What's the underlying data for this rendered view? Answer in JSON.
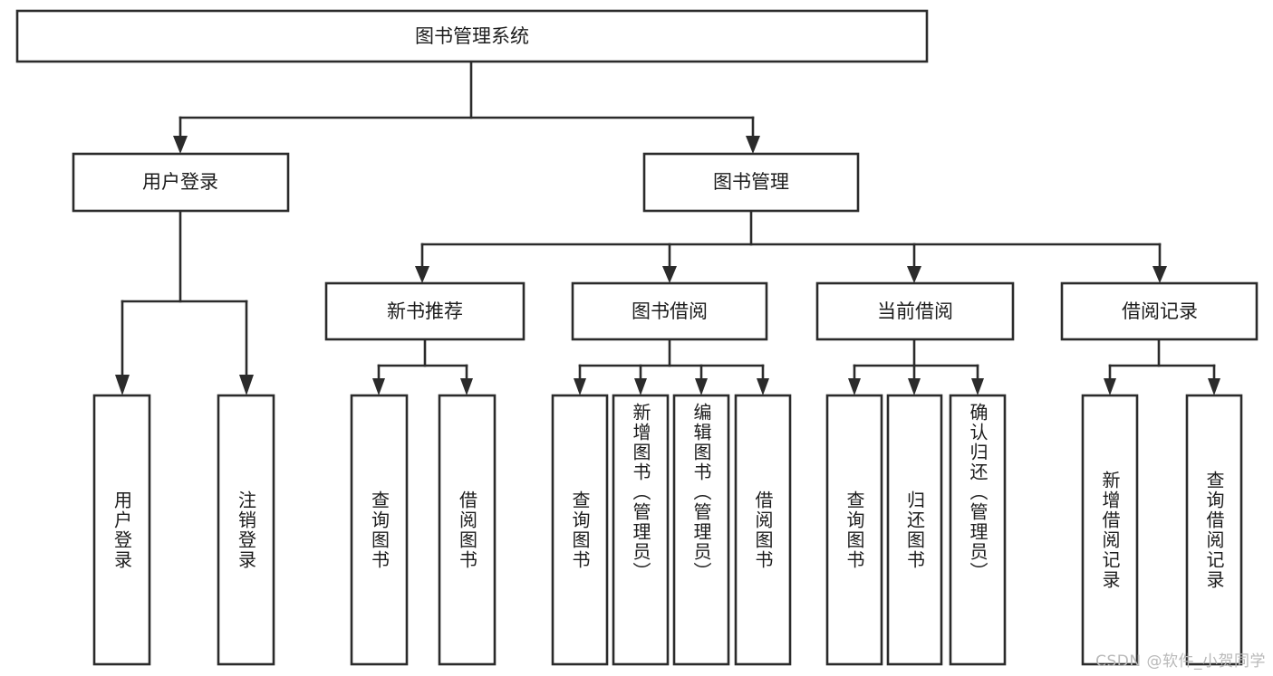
{
  "diagram": {
    "type": "tree",
    "title": "图书管理系统",
    "orientation": "top-down",
    "root": {
      "id": "root",
      "label": "图书管理系统"
    },
    "level1": [
      {
        "id": "user-login",
        "label": "用户登录"
      },
      {
        "id": "book-management",
        "label": "图书管理"
      }
    ],
    "level2": [
      {
        "id": "new-book-recommend",
        "label": "新书推荐",
        "parent": "book-management"
      },
      {
        "id": "book-borrow",
        "label": "图书借阅",
        "parent": "book-management"
      },
      {
        "id": "current-borrow",
        "label": "当前借阅",
        "parent": "book-management"
      },
      {
        "id": "borrow-record",
        "label": "借阅记录",
        "parent": "book-management"
      }
    ],
    "leaves": [
      {
        "id": "leaf-user-login",
        "label": "用户登录",
        "parent": "user-login"
      },
      {
        "id": "leaf-user-logout",
        "label": "注销登录",
        "parent": "user-login"
      },
      {
        "id": "leaf-query-book-1",
        "label": "查询图书",
        "parent": "new-book-recommend"
      },
      {
        "id": "leaf-borrow-book-1",
        "label": "借阅图书",
        "parent": "new-book-recommend"
      },
      {
        "id": "leaf-query-book-2",
        "label": "查询图书",
        "parent": "book-borrow"
      },
      {
        "id": "leaf-add-book",
        "label": "新增图书（管理员）",
        "parent": "book-borrow"
      },
      {
        "id": "leaf-edit-book",
        "label": "编辑图书（管理员）",
        "parent": "book-borrow"
      },
      {
        "id": "leaf-borrow-book-2",
        "label": "借阅图书",
        "parent": "book-borrow"
      },
      {
        "id": "leaf-query-book-3",
        "label": "查询图书",
        "parent": "current-borrow"
      },
      {
        "id": "leaf-return-book",
        "label": "归还图书",
        "parent": "current-borrow"
      },
      {
        "id": "leaf-confirm-return",
        "label": "确认归还（管理员）",
        "parent": "current-borrow"
      },
      {
        "id": "leaf-add-record",
        "label": "新增借阅记录",
        "parent": "borrow-record"
      },
      {
        "id": "leaf-query-record",
        "label": "查询借阅记录",
        "parent": "borrow-record"
      }
    ],
    "colors": {
      "stroke": "#2b2b2b",
      "fill": "#ffffff",
      "text": "#1c1c1c",
      "watermark": "#b9b9b9"
    }
  },
  "watermark": {
    "text": "CSDN @软件_小贺同学"
  }
}
